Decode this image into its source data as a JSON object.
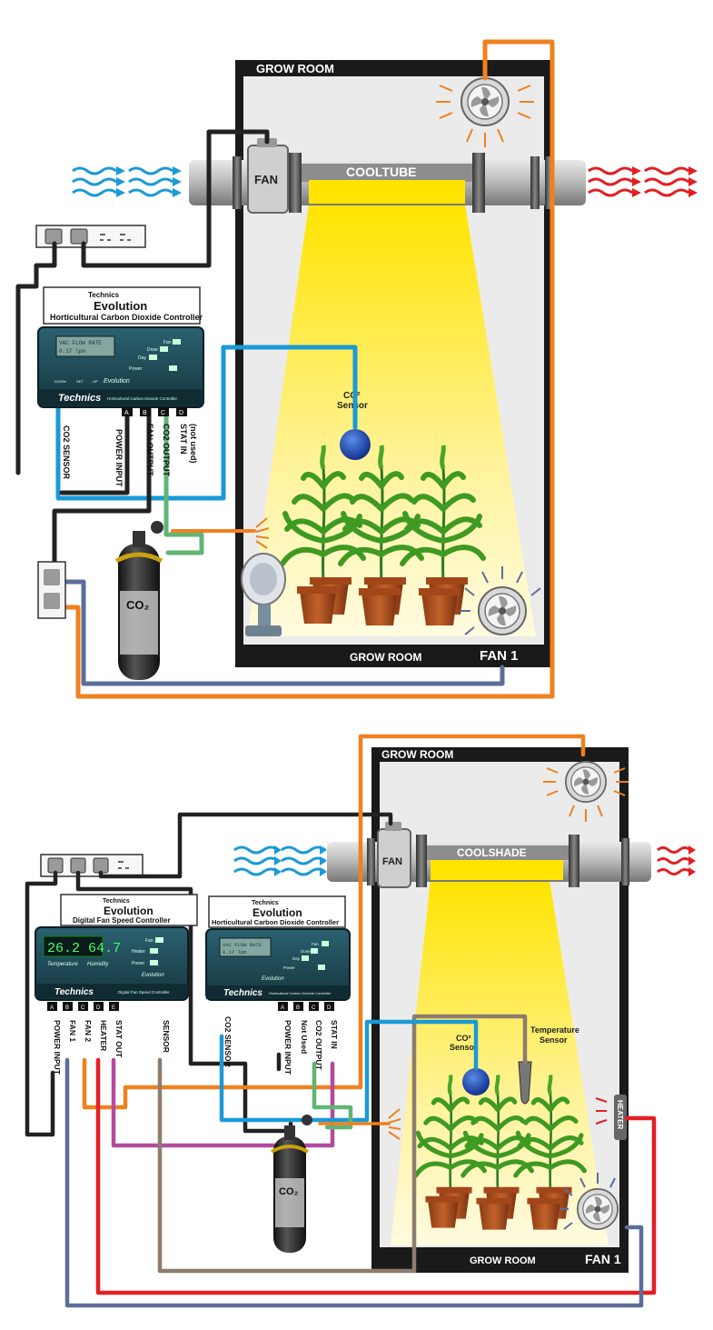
{
  "diagram1": {
    "room_top_label": "GROW ROOM",
    "room_bottom_label": "GROW ROOM",
    "fan_label": "FAN",
    "fan1_label": "FAN 1",
    "tube_label": "COOLTUBE",
    "sensor_label_1": "CO²",
    "sensor_label_2": "Sensor",
    "co2_bottle_label": "CO₂",
    "controller": {
      "brand": "Technics",
      "title": "Evolution",
      "subtitle": "Horticultural Carbon Dioxide Controller",
      "lcd_line1": "VAC FLOW RATE",
      "lcd_line2": "0.17 lpm",
      "indicator_1": "Fan",
      "indicator_2": "Dose",
      "indicator_3": "Day",
      "indicator_4": "Power",
      "btn_down": "DOWN",
      "btn_set": "SET",
      "btn_up": "UP",
      "script_name": "Evolution",
      "logo_text": "Technics",
      "strip_text": "Horticultural Carbon Dioxide Controller",
      "port_a": "A",
      "port_b": "B",
      "port_c": "C",
      "port_d": "D"
    },
    "labels": {
      "co2_sensor": "CO2 SENSOR",
      "power_input": "POWER INPUT",
      "fan_output": "FAN OUTPUT",
      "co2_output": "CO2 OUTPUT",
      "stat_in": "STAT IN",
      "not_used": "(not used)"
    }
  },
  "diagram2": {
    "room_top_label": "GROW ROOM",
    "room_bottom_label": "GROW ROOM",
    "fan_label": "FAN",
    "fan1_label": "FAN 1",
    "tube_label": "COOLSHADE",
    "heater_label": "HEATER",
    "co2_sensor_1": "CO²",
    "co2_sensor_2": "Sensor",
    "temp_sensor_1": "Temperature",
    "temp_sensor_2": "Sensor",
    "co2_bottle_label": "CO₂",
    "fan_controller": {
      "brand": "Technics",
      "title": "Evolution",
      "subtitle": "Digital Fan Speed Controller",
      "display": "26.2 64.7",
      "indicator_1": "Fan",
      "indicator_2": "Heater",
      "indicator_3": "Power",
      "row_temp": "Temperature",
      "row_hum": "Humidity",
      "logo_text": "Technics",
      "strip_text": "Digital Fan Speed Controller",
      "script_name": "Evolution",
      "port_a": "A",
      "port_b": "B",
      "port_c": "C",
      "port_d": "D",
      "port_e": "E"
    },
    "co2_controller": {
      "brand": "Technics",
      "title": "Evolution",
      "subtitle": "Horticultural Carbon Dioxide Controller",
      "lcd_line1": "VAC FLOW RATE",
      "lcd_line2": "0.17 lpm",
      "indicator_1": "Fan",
      "indicator_2": "Dose",
      "indicator_3": "Day",
      "indicator_4": "Power",
      "logo_text": "Technics",
      "strip_text": "Horticultural Carbon Dioxide Controller",
      "script_name": "Evolution",
      "port_a": "A",
      "port_b": "B",
      "port_c": "C",
      "port_d": "D"
    },
    "labels": {
      "power_input": "POWER INPUT",
      "fan1": "FAN 1",
      "fan2": "FAN 2",
      "heater": "HEATER",
      "stat_out": "STAT OUT",
      "sensor": "SENSOR",
      "co2_sensor": "CO2 SENSOR",
      "power_input_2": "POWER INPUT",
      "not_used": "Not Used",
      "co2_output": "CO2 OUTPUT",
      "stat_in": "STAT IN"
    }
  },
  "colors": {
    "orange": "#f0801e",
    "blue": "#1a9ad6",
    "green": "#5fb574",
    "magenta": "#b44a9e",
    "slate": "#5b6e99",
    "brown": "#8d7d6e",
    "red": "#e41e24",
    "black": "#222222",
    "light_yellow": "#ffe400",
    "panel_teal": "#1f4f5b"
  }
}
